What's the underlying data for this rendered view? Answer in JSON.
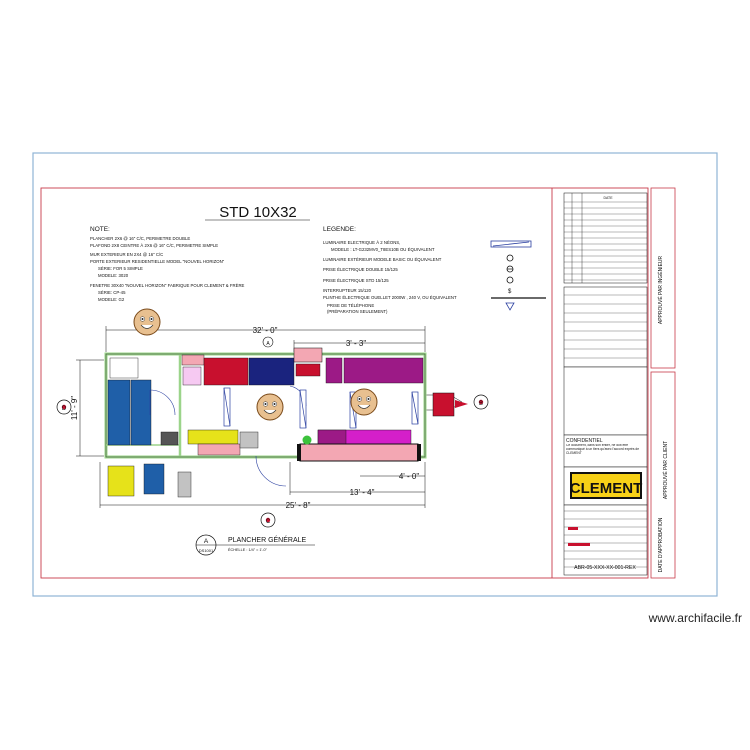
{
  "title": "STD 10X32",
  "note_heading": "NOTE:",
  "notes": [
    "PLANCHER 2X6 @ 16\" C/C, PERIMETRE DOUBLE",
    "PLAFOND 2X8 CEINTRE À 2X6 @ 16\" C/C, PERIMETRE SIMPLE",
    "MUR EXTERIEUR EN 2X4 @ 16\" C/C",
    "PORTE EXTERIEUR RESIDENTIELLE MODEL \"NOUVEL HORIZON\"",
    "SÉRIE: FOR 5 SIMPLE",
    "MODELE: 3020",
    "FENETRE 30X40 \"NOUVEL HORIZON\" FABRIQUE POUR CLEMENT & FRÈRE",
    "SÉRIE: CP-45",
    "MODELE: G2"
  ],
  "legend_heading": "LEGENDE:",
  "legend": [
    "LUMINAIRE ELECTRIQUE À 2 NÉONS,",
    "MODELE : LT-G232MV0_T8ES10B OU ÉQUIVALENT",
    "LUMINAIRE EXTÉRIEUR MODELE BASIC OU ÉQUIVALENT",
    "PRISE ÉLECTRIQUE DOUBLE 15/125",
    "PRISE ÉLECTRIQUE STD 15/125",
    "INTERRUPTEUR 15/120",
    "PLINTHE ÉLECTRIQUE OUELLET 2000W , 240 V, OU ÉQUIVALENT",
    "PRISE DE TÉLÉPHONE",
    "(PRÉPARATION SEULEMENT)"
  ],
  "dimensions": {
    "overall_top": "32' - 0\"",
    "segment_top": "3' - 3\"",
    "left_height": "11' - 9\"",
    "seg_4": "4' - 0\"",
    "seg_13": "13' - 4\"",
    "overall_bottom": "25' - 8\""
  },
  "markers": {
    "left": "D",
    "right": "B",
    "bottom": "C",
    "top": "A"
  },
  "section_bubble": {
    "letter": "A",
    "ref": "DS1001"
  },
  "plan_title": "PLANCHER GÉNÉRALE",
  "plan_subtitle": "ÉCHELLE : 1/4\" = 1'-0\"",
  "title_block": {
    "revision_header": "DATE",
    "confidential_heading": "CONFIDENTIEL",
    "confidential_text": "Ce document, dans son entier, ne doit être communiqué à un tiers qu'avec l'accord exprès de CLEMENT",
    "logo": "CLEMENT",
    "drawing_number": "ABR-05-XXX-XX-001-REX"
  },
  "side_text": {
    "top": "APPROUVÉ PAR INGÉNIEUR",
    "middle": "APPROUVÉ PAR CLIENT",
    "bottom": "DATE D'APPROBATION"
  },
  "credit": "www.archifacile.fr",
  "colors": {
    "frame_blue": "#8fb4d6",
    "border_red": "#c83a4a",
    "wall_green": "#9bd48a",
    "blue_block": "#1f5fa8",
    "red_block": "#c8102e",
    "navy_block": "#1a237e",
    "purple_block": "#9c1a86",
    "magenta_block": "#d41fc9",
    "pink_block": "#f3a7b3",
    "yellow_block": "#e6e21a",
    "logo_yellow": "#f7d117"
  }
}
